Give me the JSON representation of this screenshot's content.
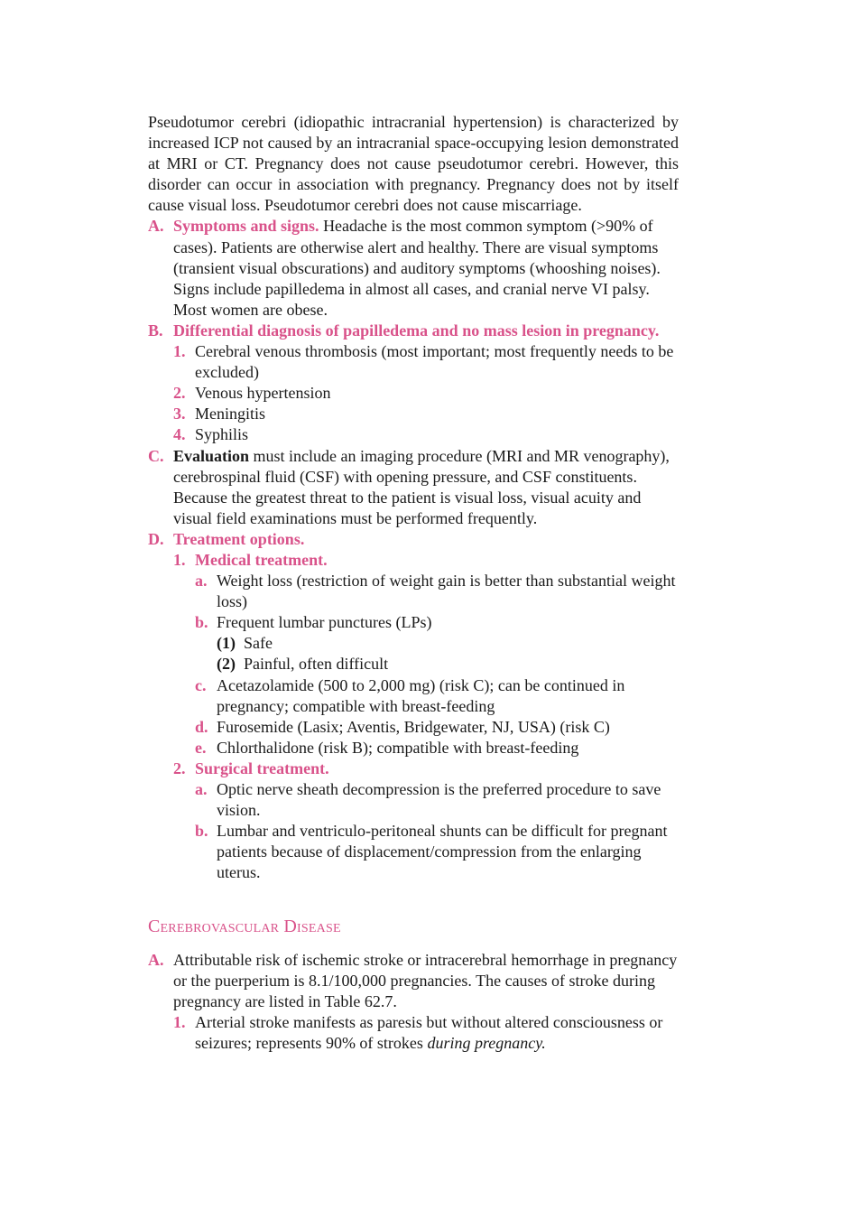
{
  "intro": "Pseudotumor cerebri (idiopathic intracranial hypertension) is characterized by increased ICP not caused by an intracranial space-occupying lesion demonstrated at MRI or CT. Pregnancy does not cause pseudotumor cerebri. However, this disorder can occur in association with pregnancy. Pregnancy does not by itself cause visual loss. Pseudotumor cerebri does not cause miscarriage.",
  "A": {
    "marker": "A.",
    "head": "Symptoms and signs.",
    "text": " Headache is the most common symptom (>90% of cases). Patients are otherwise alert and healthy. There are visual symptoms (transient visual obscurations) and auditory symptoms (whooshing noises). Signs include papilledema in almost all cases, and cranial nerve VI palsy. Most women are obese."
  },
  "B": {
    "marker": "B.",
    "head": "Differential diagnosis of papilledema and no mass lesion in pregnancy.",
    "items": [
      {
        "marker": "1.",
        "text": "Cerebral venous thrombosis (most important; most frequently needs to be excluded)"
      },
      {
        "marker": "2.",
        "text": "Venous hypertension"
      },
      {
        "marker": "3.",
        "text": "Meningitis"
      },
      {
        "marker": "4.",
        "text": "Syphilis"
      }
    ]
  },
  "C": {
    "marker": "C.",
    "head": "Evaluation",
    "text": " must include an imaging procedure (MRI and MR venography), cerebrospinal fluid (CSF) with opening pressure, and CSF constituents. Because the greatest threat to the patient is visual loss, visual acuity and visual field examinations must be performed frequently."
  },
  "D": {
    "marker": "D.",
    "head": "Treatment options.",
    "med": {
      "marker": "1.",
      "head": "Medical treatment.",
      "a": {
        "marker": "a.",
        "text": "Weight loss (restriction of weight gain is better than substantial weight loss)"
      },
      "b": {
        "marker": "b.",
        "text": "Frequent lumbar punctures (LPs)",
        "sub1": {
          "marker": "(1)",
          "text": "Safe"
        },
        "sub2": {
          "marker": "(2)",
          "text": "Painful, often difficult"
        }
      },
      "c": {
        "marker": "c.",
        "text": "Acetazolamide (500 to 2,000 mg) (risk C); can be continued in pregnancy; compatible with breast-feeding"
      },
      "d": {
        "marker": "d.",
        "text": "Furosemide (Lasix; Aventis, Bridgewater, NJ, USA) (risk C)"
      },
      "e": {
        "marker": "e.",
        "text": "Chlorthalidone (risk B); compatible with breast-feeding"
      }
    },
    "surg": {
      "marker": "2.",
      "head": "Surgical treatment.",
      "a": {
        "marker": "a.",
        "text": "Optic nerve sheath decompression is the preferred procedure to save vision."
      },
      "b": {
        "marker": "b.",
        "text": "Lumbar and ventriculo-peritoneal shunts can be difficult for pregnant patients because of displacement/compression from the enlarging uterus."
      }
    }
  },
  "section2": {
    "title": "Cerebrovascular Disease",
    "A": {
      "marker": "A.",
      "text": "Attributable risk of ischemic stroke or intracerebral hemorrhage in pregnancy or the puerperium is 8.1/100,000 pregnancies. The causes of stroke during pregnancy are listed in Table 62.7."
    },
    "one": {
      "marker": "1.",
      "text": "Arterial stroke manifests as paresis but without altered consciousness or seizures; represents 90% of strokes ",
      "italic": "during pregnancy."
    }
  }
}
